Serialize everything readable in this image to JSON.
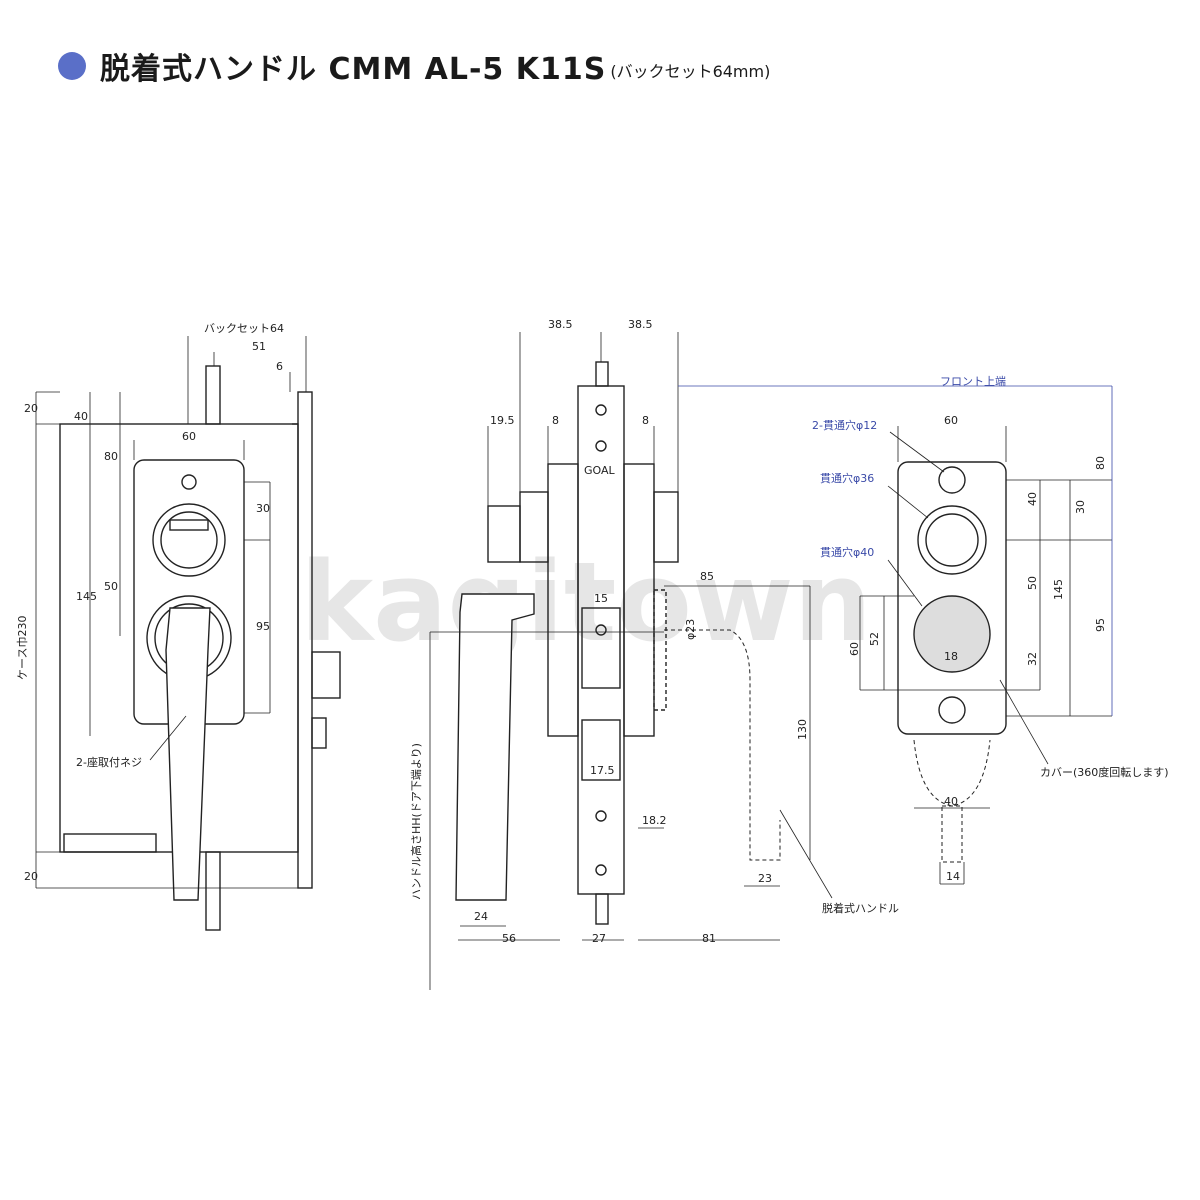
{
  "header": {
    "title": "脱着式ハンドル CMM AL-5 K11S",
    "subtitle": "(バックセット64mm)"
  },
  "watermark": "kagitown",
  "colors": {
    "bullet": "#5a6fc8",
    "blue_dim": "#3a4aa8",
    "line": "#222222"
  },
  "front_view": {
    "backset": "バックセット64",
    "d51": "51",
    "d6": "6",
    "d20_top": "20",
    "d40": "40",
    "d60": "60",
    "d80": "80",
    "d30": "30",
    "d50": "50",
    "d145": "145",
    "d95": "95",
    "d20_bottom": "20",
    "case_width": "ケース巾230",
    "screw_label": "2-座取付ネジ"
  },
  "side_view": {
    "d38_5_left": "38.5",
    "d38_5_right": "38.5",
    "d19_5": "19.5",
    "d8_left": "8",
    "d8_right": "8",
    "d85": "85",
    "d15": "15",
    "phi23": "φ23",
    "d130": "130",
    "d17_5": "17.5",
    "d18_2": "18.2",
    "d23": "23",
    "d24": "24",
    "d56": "56",
    "d27": "27",
    "d81": "81",
    "handle_height": "ハンドル高さHH(ドア下端より)",
    "handle_label": "脱着式ハンドル",
    "brand": "GOAL"
  },
  "right_view": {
    "front_top": "フロント上端",
    "hole12": "2-貫通穴φ12",
    "hole36": "貫通穴φ36",
    "hole40": "貫通穴φ40",
    "d60": "60",
    "d80": "80",
    "d40": "40",
    "d30": "30",
    "d50": "50",
    "d145": "145",
    "d95": "95",
    "d52": "52",
    "d60v": "60",
    "d18": "18",
    "d32": "32",
    "d40_bottom": "40",
    "d14": "14",
    "cover": "カバー(360度回転します)"
  }
}
